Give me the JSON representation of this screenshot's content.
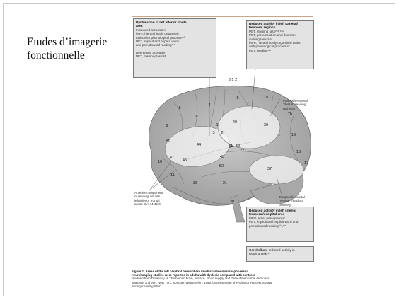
{
  "slide": {
    "title_line1": "Etudes d’imagerie",
    "title_line2": "fonctionnelle"
  },
  "figure": {
    "box_frontal": {
      "heading1": "Dysfunction of left inferior frontal",
      "heading2": "area",
      "lines": [
        "Increased activation:",
        "fMRI, hierarchically organised",
        "tasks with phonological process¹¹⁰",
        "PET, implicit and explicit word",
        "and pseudoword reading¹¹⁷",
        "",
        "Decreased activation",
        "PET, memory task¹¹⁸"
      ]
    },
    "box_parietal": {
      "heading1": "Reduced activity in left parietal/",
      "heading2": "temporal regions",
      "lines": [
        "PET, rhyming task¹⁰⁸,¹⁰⁹",
        "PET, pronunciation and decision",
        "making tasks¹¹⁹",
        "fMRI, hierarchically organised tasks",
        "with phonological process¹¹⁰",
        "PET, reading¹¹¹"
      ]
    },
    "box_occipital": {
      "heading1": "Reduced activity in left inferior",
      "heading2": "temporal/occipital area",
      "lines": [
        "MEG, letter perception¹²⁰",
        "PET, implicit and explicit word and",
        "pseudoword reading¹⁰⁷,¹¹¹"
      ]
    },
    "box_cerebellum": {
      "heading": "Cerebellum:",
      "rest": " reduced activity in",
      "line2": "reading task¹¹⁷"
    },
    "label_dorsal": [
      "Parietal/temporal",
      "\"dorsal\" reading",
      "pathway"
    ],
    "label_ventral": [
      "Temporal/occipital",
      "\"ventral\" reading",
      "pathway"
    ],
    "label_anterior": [
      "Anterior component",
      "of reading circuits",
      "left inferior frontal",
      "areas (BA 44,45,6)"
    ],
    "top_numbers": "3 1 2",
    "areas": [
      {
        "id": "a4",
        "num": "4"
      },
      {
        "id": "a6",
        "num": "6"
      },
      {
        "id": "a8",
        "num": "8"
      },
      {
        "id": "a9",
        "num": "9"
      },
      {
        "id": "a5",
        "num": "5"
      },
      {
        "id": "a7a",
        "num": "7a"
      },
      {
        "id": "a7b",
        "num": "7b"
      },
      {
        "id": "a40",
        "num": "40"
      },
      {
        "id": "a39",
        "num": "39"
      },
      {
        "id": "a19",
        "num": "19"
      },
      {
        "id": "a18",
        "num": "18"
      },
      {
        "id": "a17",
        "num": "17"
      },
      {
        "id": "a44",
        "num": "44"
      },
      {
        "id": "a45",
        "num": "45"
      },
      {
        "id": "a46",
        "num": "46"
      },
      {
        "id": "a47",
        "num": "47"
      },
      {
        "id": "a10",
        "num": "10"
      },
      {
        "id": "a11",
        "num": "11"
      },
      {
        "id": "a43",
        "num": "43"
      },
      {
        "id": "a41",
        "num": "41"
      },
      {
        "id": "a42",
        "num": "42"
      },
      {
        "id": "a22",
        "num": "22"
      },
      {
        "id": "a52",
        "num": "52"
      },
      {
        "id": "a38",
        "num": "38"
      },
      {
        "id": "a21",
        "num": "21"
      },
      {
        "id": "a37",
        "num": "37"
      },
      {
        "id": "a20",
        "num": "20"
      },
      {
        "id": "a1",
        "num": "1"
      },
      {
        "id": "a2",
        "num": "2"
      },
      {
        "id": "a3",
        "num": "3"
      }
    ],
    "caption": {
      "bold1": "Figure 1: Areas of the left cerebral hemisphere in which abnormal responses in",
      "bold2": "neuroimaging studies were reported in adults with dyslexia compared with controls",
      "line3": "Modified from Duvernoy H. The human brain, surface, blood supply and three-dimensional sectional",
      "line4": "anatomy, 2nd edn. New York: Springer Verlag Wien, 1999, by permission of Professor H Duvernoy and",
      "line5": "Springer-Verlag Wien."
    }
  },
  "colors": {
    "box_fill": "#e3e3e3",
    "brain": "#b8b8b8",
    "ellipse": "#f2f2f2",
    "accent_rule": "#c9a58a"
  }
}
